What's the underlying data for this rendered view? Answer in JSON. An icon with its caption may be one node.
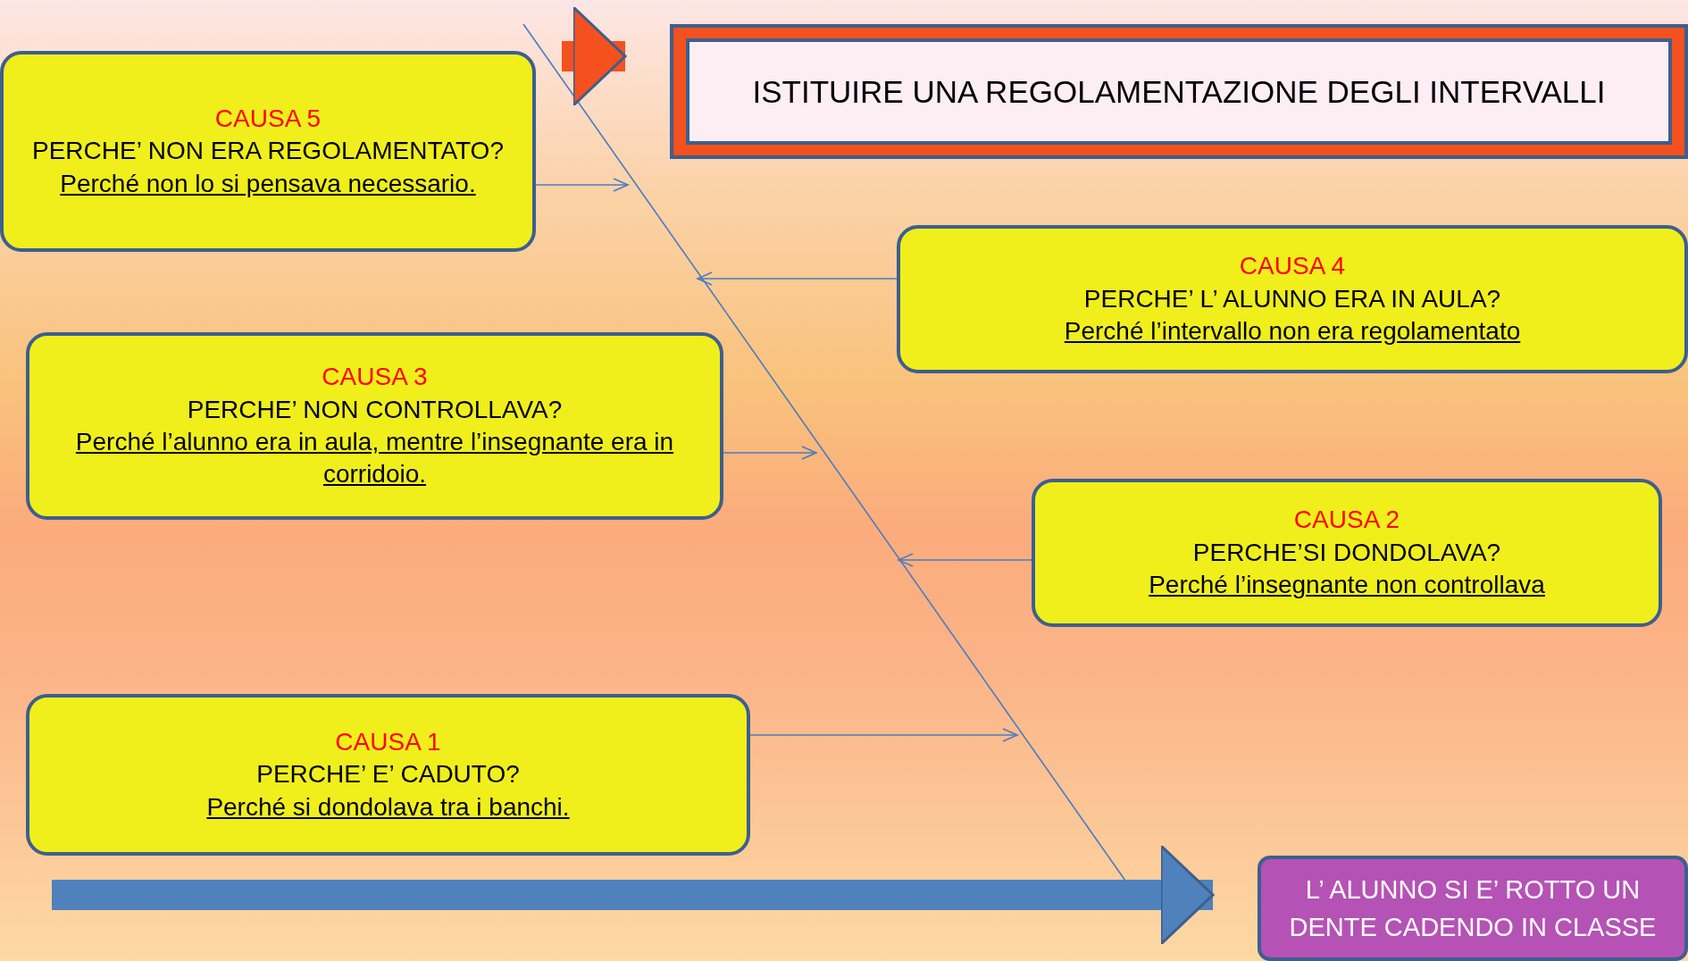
{
  "diagram": {
    "nodes": [
      {
        "text": [
          "CAUSA 5",
          "PERCHE’ NON ERA REGOLAMENTATO?",
          "Perché non lo si pensava necessario."
        ]
      },
      {
        "text": [
          "ISTITUIRE UNA REGOLAMENTAZIONE DEGLI INTERVALLI"
        ]
      },
      {
        "text": [
          "CAUSA 4",
          "PERCHE’ L’ ALUNNO ERA IN AULA?",
          "Perché l’intervallo non era regolamentato"
        ]
      },
      {
        "text": [
          "CAUSA 3",
          "PERCHE’ NON CONTROLLAVA?",
          "Perché  l’alunno era in aula, mentre l’insegnante era in corridoio."
        ]
      },
      {
        "text": [
          "CAUSA 2",
          "PERCHE’SI DONDOLAVA?",
          "Perché l’insegnante  non controllava"
        ]
      },
      {
        "text": [
          "CAUSA 1",
          "PERCHE’ E’ CADUTO?",
          "Perché si dondolava tra i banchi."
        ]
      },
      {
        "text": [
          "L’ ALUNNO SI E’ ROTTO UN DENTE CADENDO IN CLASSE"
        ]
      }
    ],
    "edges": [
      {
        "from": 0,
        "to": null,
        "arrow": "to"
      },
      {
        "from": 2,
        "to": null,
        "arrow": "to"
      },
      {
        "from": 3,
        "to": null,
        "arrow": "to"
      },
      {
        "from": 4,
        "to": null,
        "arrow": "to"
      },
      {
        "from": 5,
        "to": null,
        "arrow": "to"
      },
      {
        "from": null,
        "to": 6,
        "arrow": "to",
        "style": "thick",
        "color": "#4f81bd"
      },
      {
        "from": null,
        "to": 1,
        "arrow": "to",
        "style": "thick",
        "color": "#f4511e"
      }
    ]
  }
}
